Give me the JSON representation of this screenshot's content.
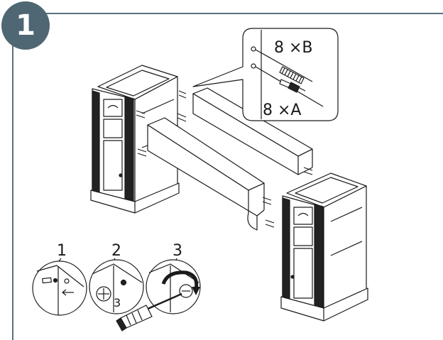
{
  "step": {
    "number": "1"
  },
  "callout": {
    "part_b": "8 ×B",
    "part_a": "8 ×A"
  },
  "detail_steps": [
    {
      "number": "1"
    },
    {
      "number": "2",
      "sub_label": "3"
    },
    {
      "number": "3"
    }
  ],
  "colors": {
    "badge": "#4f6673",
    "frame": "#5a7080",
    "line_art": "#1a1a1a"
  },
  "icons": [
    "dowel-icon",
    "cam-bolt-icon",
    "cam-lock-icon",
    "screwdriver-icon",
    "arrow-icon"
  ]
}
